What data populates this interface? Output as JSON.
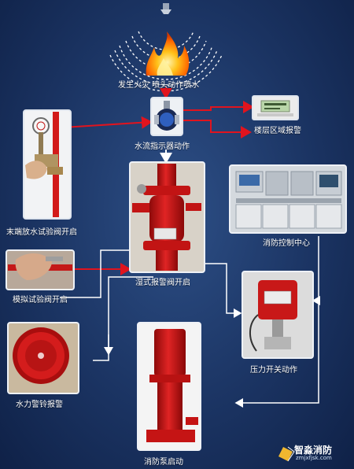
{
  "nodes": {
    "fire": "发生火灾 喷头动作喷水",
    "flow_indicator": "水流指示器动作",
    "floor_alarm": "楼层区域报警",
    "test_valve_end": "末端放水试验阀开启",
    "control_center": "消防控制中心",
    "wet_alarm_valve": "湿式报警阀开启",
    "sim_test_valve": "模拟试验阀开启",
    "pressure_switch": "压力开关动作",
    "water_bell": "水力警铃报警",
    "fire_pump": "消防泵启动"
  },
  "watermark": {
    "title": "智淼消防",
    "url": "zmjxfjsk.com"
  },
  "colors": {
    "background": "#1b3463",
    "arrow_red": "#e0141e",
    "arrow_white": "#ffffff",
    "flame_orange": "#ff8a00"
  }
}
